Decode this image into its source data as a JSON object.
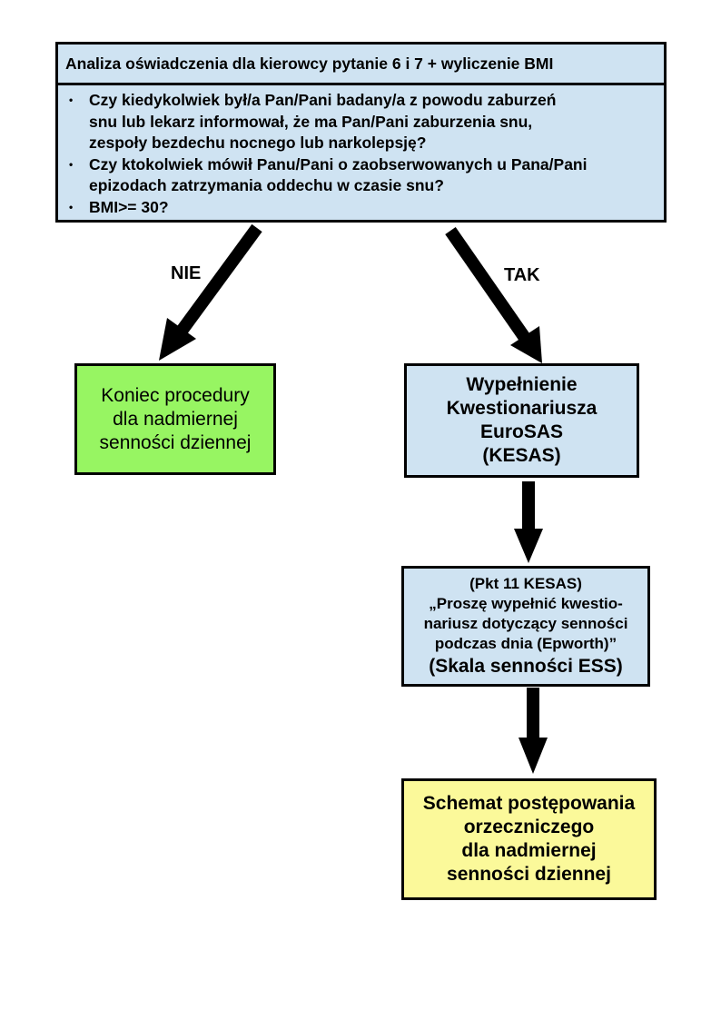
{
  "header": {
    "title": "Analiza oświadczenia dla kierowcy pytanie 6 i 7 + wyliczenie BMI"
  },
  "questions": {
    "items": [
      [
        "Czy kiedykolwiek był/a Pan/Pani badany/a z powodu zaburzeń",
        "snu lub lekarz informował, że ma Pan/Pani zaburzenia snu,",
        "zespoły bezdechu nocnego lub narkolepsję?"
      ],
      [
        "Czy ktokolwiek mówił Panu/Pani o zaobserwowanych u Pana/Pani",
        "epizodach zatrzymania oddechu w czasie snu?"
      ],
      [
        "BMI>= 30?"
      ]
    ]
  },
  "edges": {
    "no_label": "NIE",
    "yes_label": "TAK"
  },
  "end_box": {
    "lines": [
      "Koniec procedury",
      "dla nadmiernej",
      "senności dziennej"
    ]
  },
  "kesas_box": {
    "lines": [
      "Wypełnienie",
      "Kwestionariusza",
      "EuroSAS",
      "(KESAS)"
    ]
  },
  "pkt_box": {
    "line1": "(Pkt 11 KESAS)",
    "line2": "„Proszę wypełnić kwestio-",
    "line3": "nariusz dotyczący senności",
    "line4": "podczas dnia (Epworth)”",
    "line5": "(Skala senności  ESS)"
  },
  "schemat_box": {
    "lines": [
      "Schemat postępowania",
      "orzeczniczego",
      "dla nadmiernej",
      "senności dziennej"
    ]
  },
  "colors": {
    "blue_fill": "#cfe3f2",
    "green_fill": "#97f562",
    "yellow_fill": "#fbf99a",
    "stroke": "#000000"
  }
}
